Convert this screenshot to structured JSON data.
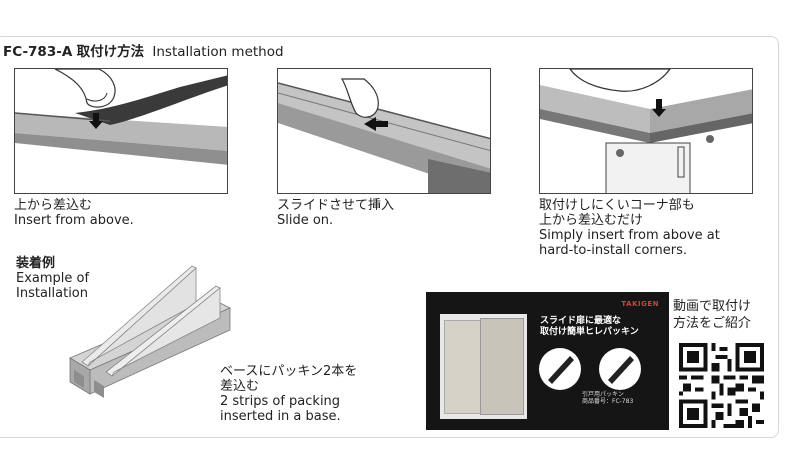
{
  "header": {
    "model": "FC-783-A",
    "ja_title": "取付け方法",
    "en_title": "Installation method"
  },
  "steps": [
    {
      "ja": "上から差込む",
      "en": "Insert from above."
    },
    {
      "ja": "スライドさせて挿入",
      "en": "Slide on."
    },
    {
      "ja_line1": "取付けしにくいコーナ部も",
      "ja_line2": "上から差込むだけ",
      "en_line1": "Simply insert from above at",
      "en_line2": "hard-to-install corners."
    }
  ],
  "example": {
    "ja": "装着例",
    "en_line1": "Example of",
    "en_line2": "Installation",
    "caption_ja_line1": "ベースにパッキン2本を",
    "caption_ja_line2": "差込む",
    "caption_en_line1": "2 strips of packing",
    "caption_en_line2": "inserted in a base."
  },
  "video": {
    "brand": "TAKIGEN",
    "title_line1": "スライド扉に最適な",
    "title_line2": "取付け簡単ヒレパッキン",
    "small_line1": "引戸用パッキン",
    "small_line2": "商品番号：FC-783"
  },
  "qr": {
    "text_line1": "動画で取付け",
    "text_line2": "方法をご紹介"
  }
}
